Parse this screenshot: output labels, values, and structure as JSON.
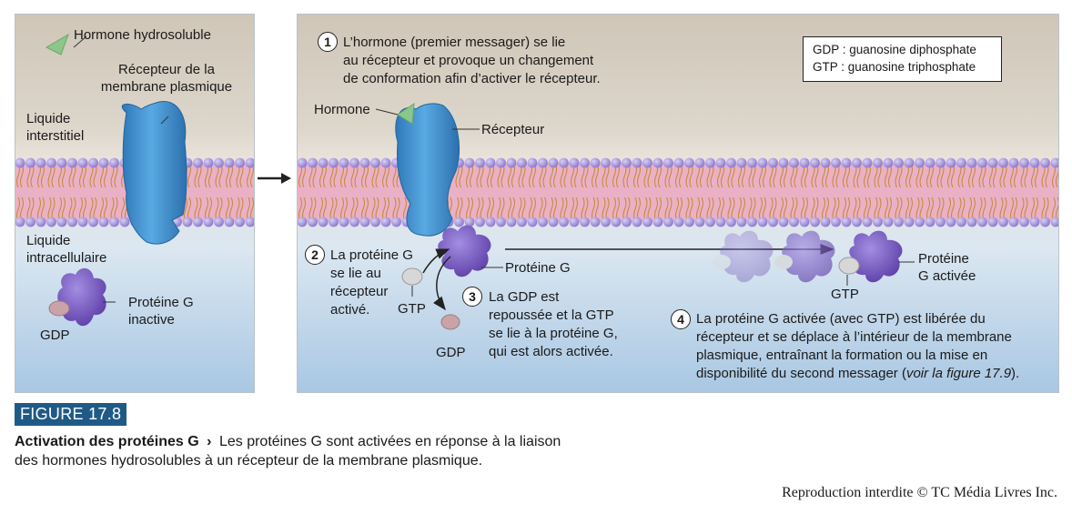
{
  "figure": {
    "badge": "FIGURE 17.8",
    "caption_title": "Activation des protéines G",
    "caption_sep": "›",
    "caption_line1": "Les protéines G sont activées en réponse à la liaison",
    "caption_line2": "des hormones hydrosolubles à un récepteur de la membrane plasmique.",
    "credit": "Reproduction interdite © TC Média Livres Inc."
  },
  "left_panel": {
    "hormone_label": "Hormone hydrosoluble",
    "receptor_label_1": "Récepteur de la",
    "receptor_label_2": "membrane plasmique",
    "extracellular_1": "Liquide",
    "extracellular_2": "interstitiel",
    "intracellular_1": "Liquide",
    "intracellular_2": "intracellulaire",
    "gprotein_1": "Protéine G",
    "gprotein_2": "inactive",
    "gdp": "GDP"
  },
  "right_panel": {
    "legend": {
      "line1": "GDP : guanosine diphosphate",
      "line2": "GTP : guanosine triphosphate"
    },
    "step1": {
      "number": "1",
      "line1": "L’hormone (premier messager) se lie",
      "line2": "au récepteur et provoque un changement",
      "line3": "de conformation afin d’activer le récepteur."
    },
    "hormone": "Hormone",
    "receptor": "Récepteur",
    "step2": {
      "number": "2",
      "line1": "La protéine G",
      "line2": "se lie au",
      "line3": "récepteur",
      "line4": "activé."
    },
    "gtp_left": "GTP",
    "gprotein": "Protéine G",
    "step3": {
      "number": "3",
      "line1": "La GDP est",
      "line2": "repoussée et la GTP",
      "line3": "se lie à la protéine G,",
      "line4": "qui est alors activée."
    },
    "gdp": "GDP",
    "gtp_right": "GTP",
    "activated_1": "Protéine",
    "activated_2": "G activée",
    "step4": {
      "number": "4",
      "line1": "La protéine G activée (avec GTP) est libérée du",
      "line2": "récepteur et se déplace à l’intérieur de la membrane",
      "line3": "plasmique, entraînant la formation ou la mise en",
      "line4": "disponibilité du second messager (",
      "line4_italic": "voir la figure 17.9",
      "line4_end": ")."
    }
  },
  "colors": {
    "extracellular_top": "#cfc6b8",
    "intracellular_bottom": "#aac8e4",
    "membrane_pink": "#e9a8c2",
    "head_purple": "#9d8ad6",
    "receptor_blue": "#3d8ccd",
    "gprotein_purple": "#7a5cc4",
    "hormone_green": "#8cc68a",
    "badge_blue": "#1f5a86"
  },
  "icons": [
    "hormone-triangle-icon",
    "receptor-icon",
    "g-protein-icon",
    "gdp-icon",
    "gtp-icon",
    "arrow-icon"
  ]
}
